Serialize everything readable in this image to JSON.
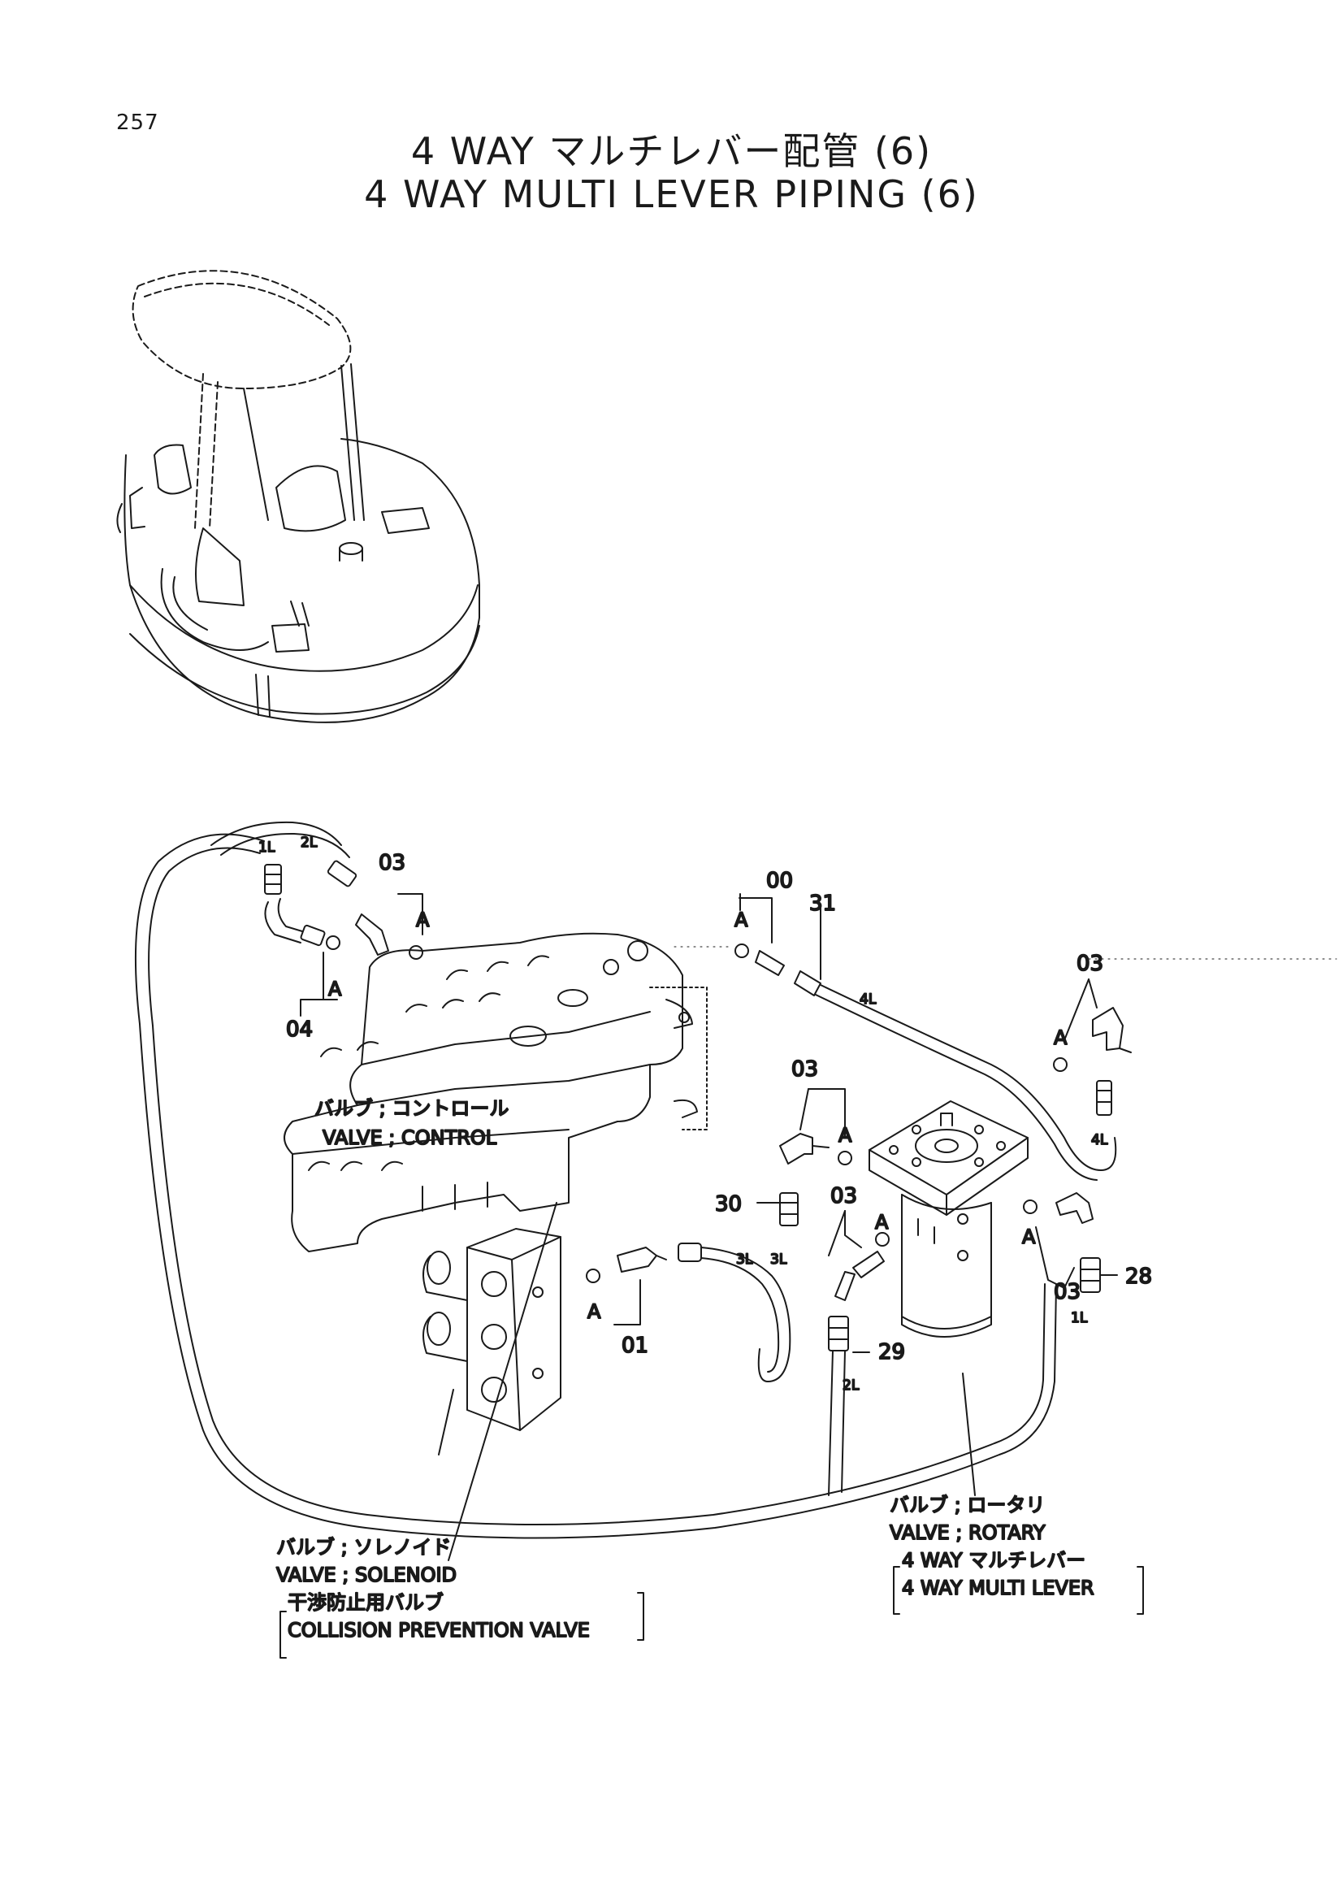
{
  "page_number": "257",
  "title_jp": "4 WAY マルチレバー配管 (6)",
  "title_en": "4 WAY MULTI LEVER PIPING (6)",
  "parts": {
    "p03_a": "03",
    "p04": "04",
    "p00": "00",
    "p31": "31",
    "p03_b": "03",
    "p03_c": "03",
    "p30": "30",
    "p03_d": "03",
    "p03_e": "03",
    "p28": "28",
    "p01": "01",
    "p29": "29"
  },
  "hose_tags": {
    "h1L_top": "1L",
    "h2L_top": "2L",
    "h4L_a": "4L",
    "h4L_b": "4L",
    "h3L_a": "3L",
    "h3L_b": "3L",
    "h2L_bottom": "2L",
    "h1L_bottom": "1L"
  },
  "connection_marks": {
    "a1": "A",
    "a2": "A",
    "a3": "A",
    "a4": "A",
    "a5": "A",
    "a6": "A",
    "a7": "A",
    "a8": "A"
  },
  "control_valve": {
    "jp": "バルブ ; コントロール",
    "en": "VALVE ; CONTROL"
  },
  "solenoid_valve": {
    "jp": "バルブ ; ソレノイド",
    "en": "VALVE ; SOLENOID",
    "note_jp": "干渉防止用バルブ",
    "note_en": "COLLISION PREVENTION VALVE"
  },
  "rotary_valve": {
    "jp": "バルブ ; ロータリ",
    "en": "VALVE ; ROTARY",
    "note_jp": "4 WAY マルチレバー",
    "note_en": "4 WAY MULTI LEVER"
  }
}
